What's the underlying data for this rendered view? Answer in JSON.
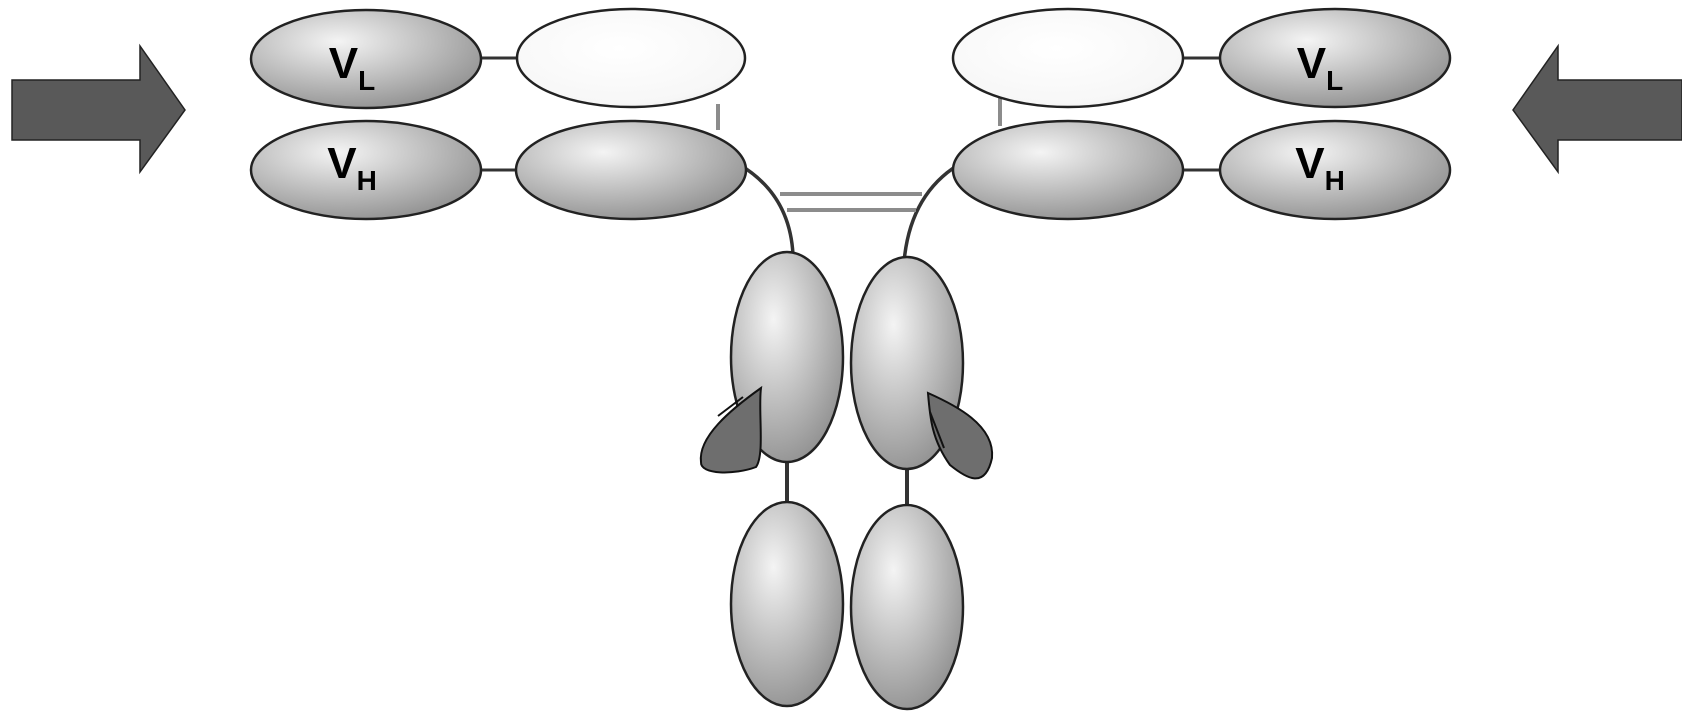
{
  "diagram": {
    "labels": {
      "vl_left": {
        "main": "V",
        "sub": "L"
      },
      "vh_left": {
        "main": "V",
        "sub": "H"
      },
      "vl_right": {
        "main": "V",
        "sub": "L"
      },
      "vh_right": {
        "main": "V",
        "sub": "H"
      }
    },
    "colors": {
      "background": "#ffffff",
      "domain_fill": "#b9b9b9",
      "domain_fill_light": "#e9e9e9",
      "domain_fill_pale": "#f9f9f9",
      "arrow_fill": "#595959",
      "glycan_fill": "#6e6e6e",
      "outline": "#222222",
      "disulfide": "#8c8c8c"
    },
    "icons": {
      "arrow_left_side": "arrow-right-icon",
      "arrow_right_side": "arrow-left-icon"
    }
  }
}
